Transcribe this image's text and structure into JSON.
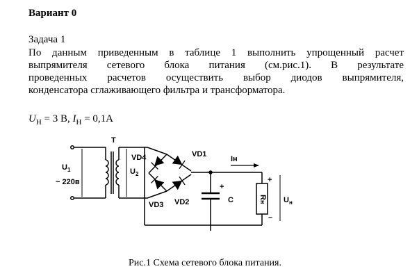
{
  "document": {
    "title": "Вариант 0",
    "task_heading": "Задача 1",
    "paragraph_lines": [
      "По данным приведенным в таблице 1 выполнить упрощенный расчет",
      "выпрямителя сетевого блока питания (см.рис.1). В результате",
      "проведенных расчетов осуществить выбор диодов выпрямителя,",
      "конденсатора сглаживающего фильтра и трансформатора."
    ],
    "formula": {
      "u_symbol": "U",
      "u_sub": "Н",
      "u_value": " = 3 В, ",
      "i_symbol": "I",
      "i_sub": "Н",
      "i_value": " = 0,1А"
    },
    "caption": "Рис.1 Схема сетевого блока питания."
  },
  "circuit": {
    "u1_label": "U",
    "u1_sub": "1",
    "mains_label": "~ 220в",
    "transformer_label": "T",
    "u2_label": "U",
    "u2_sub": "2",
    "vd1_label": "VD1",
    "vd2_label": "VD2",
    "vd3_label": "VD3",
    "vd4_label": "VD4",
    "current_label": "Iн",
    "plus_c": "+",
    "cap_label": "C",
    "plus_r": "+",
    "resistor_label": "R",
    "resistor_sub": "н",
    "minus_r": "–",
    "un_label": "U",
    "un_sub": "н"
  }
}
